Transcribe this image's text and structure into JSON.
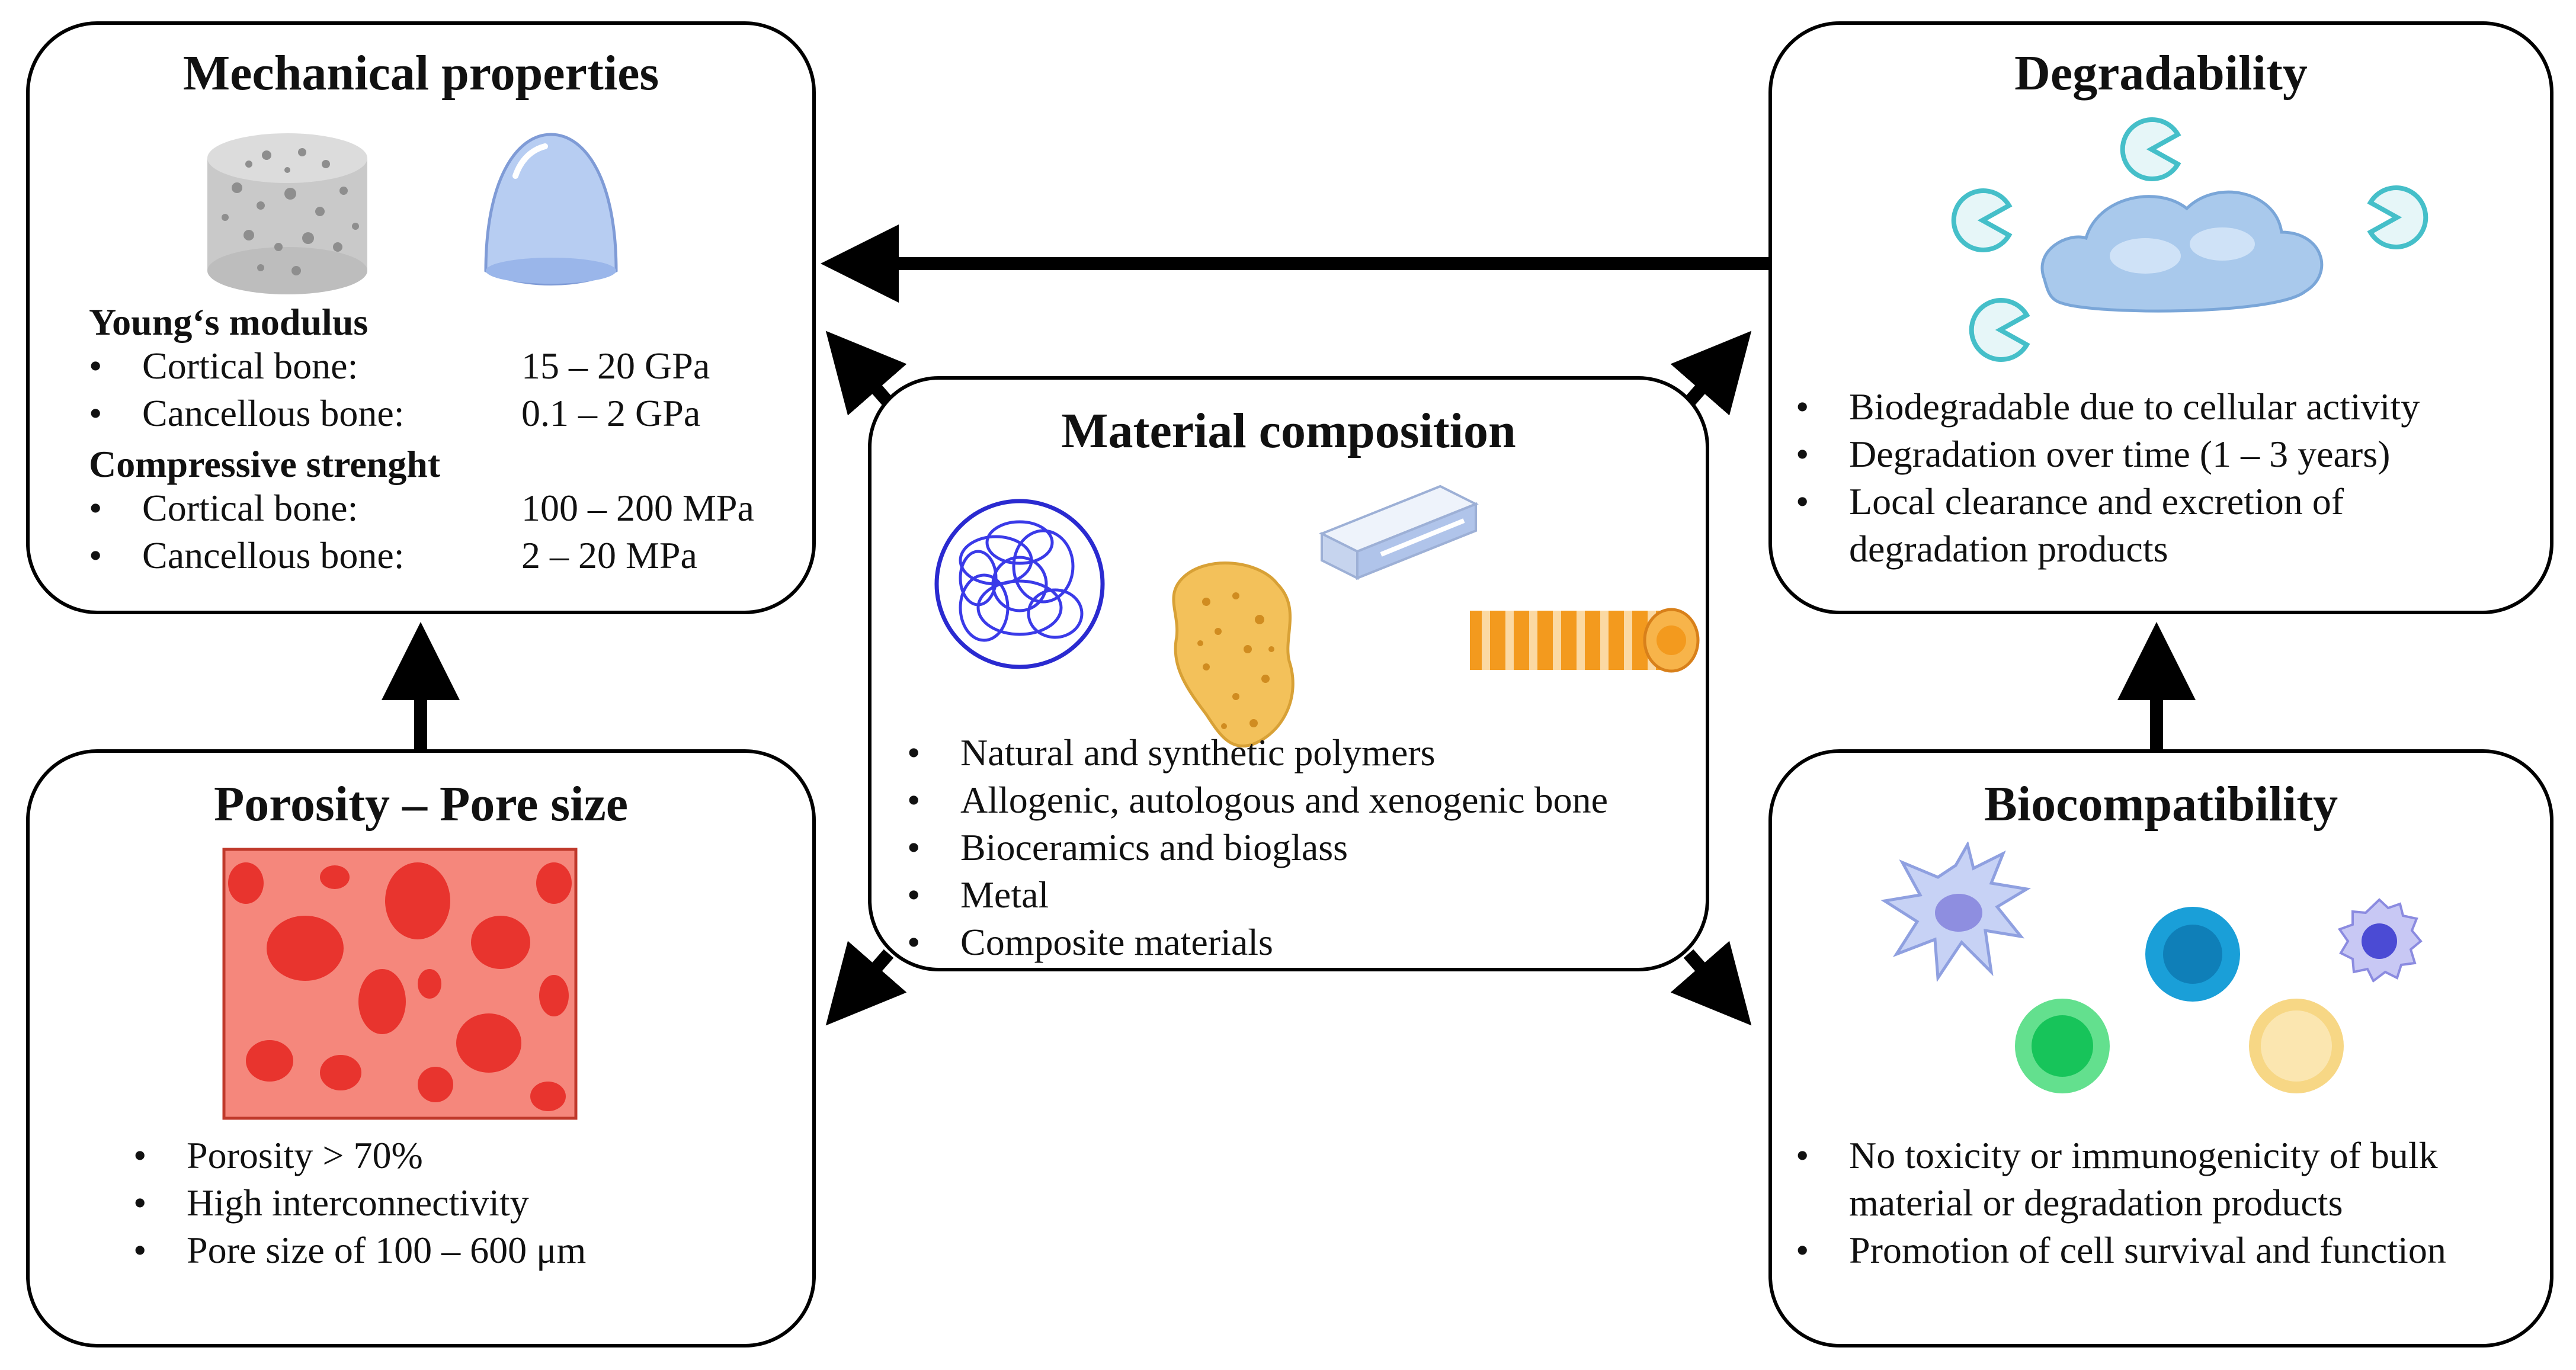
{
  "mechanical": {
    "title": "Mechanical properties",
    "youngs_heading": "Young‘s modulus",
    "youngs": [
      {
        "label": "Cortical bone:",
        "value": "15 – 20 GPa"
      },
      {
        "label": "Cancellous bone:",
        "value": "0.1 – 2 GPa"
      }
    ],
    "compressive_heading": "Compressive strenght",
    "compressive": [
      {
        "label": "Cortical bone:",
        "value": "100 – 200 MPa"
      },
      {
        "label": "Cancellous bone:",
        "value": "2 – 20 MPa"
      }
    ]
  },
  "degradability": {
    "title": "Degradability",
    "bullets": [
      "Biodegradable due to cellular activity",
      "Degradation over time (1 – 3 years)",
      "Local clearance and excretion of",
      "degradation products"
    ]
  },
  "material": {
    "title": "Material composition",
    "bullets": [
      "Natural and synthetic polymers",
      "Allogenic, autologous and xenogenic bone",
      "Bioceramics and bioglass",
      "Metal",
      "Composite materials"
    ]
  },
  "porosity": {
    "title": "Porosity – Pore size",
    "bullets": [
      "Porosity  > 70%",
      "High interconnectivity",
      "Pore size of 100 – 600 μm"
    ]
  },
  "biocompatibility": {
    "title": "Biocompatibility",
    "bullets": [
      "No toxicity or immunogenicity of bulk",
      "material or degradation products",
      "Promotion of cell survival and function"
    ]
  },
  "icons": [
    "bone-scaffold-icon",
    "hydrogel-dome-icon",
    "enzyme-icon",
    "gel-blob-icon",
    "fiber-ball-icon",
    "sponge-icon",
    "glass-block-icon",
    "fiber-rod-icon",
    "porous-tissue-icon",
    "dendritic-cell-icon",
    "stem-cell-icon",
    "lymphocyte-icon",
    "green-cell-icon",
    "yellow-cell-icon"
  ],
  "colors": {
    "border": "#000000",
    "arrow": "#000000",
    "porous_bg": "#f5877c",
    "pore": "#e8342e",
    "enzyme": "#45bfc9",
    "fiber": "#2a2ad0",
    "sponge": "#f3c15a",
    "rod": "#f39a1e"
  }
}
